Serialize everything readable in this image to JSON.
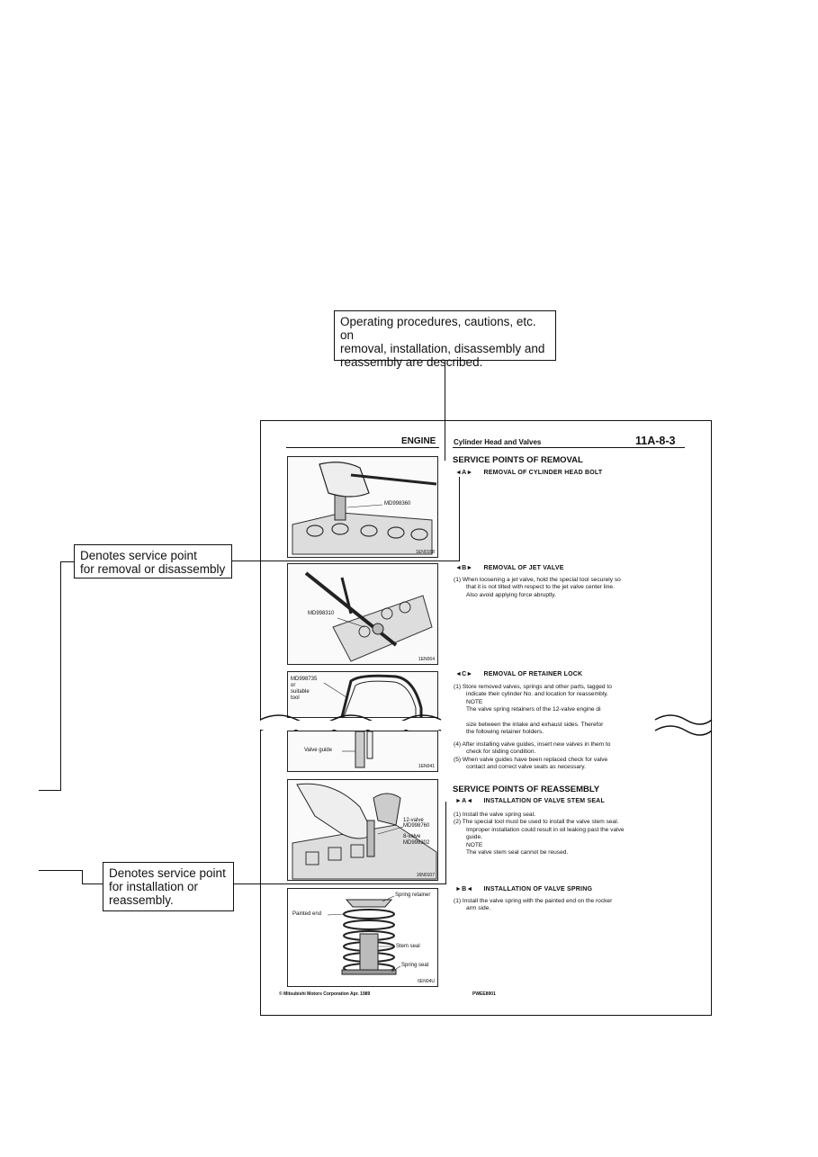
{
  "callouts": {
    "top": [
      "Operating procedures, cautions, etc. on",
      "removal, installation, disassembly and",
      "reassembly are described."
    ],
    "left_removal": [
      "Denotes service point",
      "for removal or disassembly"
    ],
    "left_install": [
      "Denotes service point",
      "for installation or",
      "reassembly."
    ]
  },
  "page": {
    "header_left": "ENGINE",
    "header_mid": "Cylinder Head and Valves",
    "header_right": "11A-8-3",
    "removal_title": "SERVICE POINTS OF REMOVAL",
    "a_mark": "◄A►",
    "a_title": "REMOVAL OF CYLINDER HEAD BOLT",
    "b_mark": "◄B►",
    "b_title": "REMOVAL OF JET VALVE",
    "b_text": [
      "(1)  When loosening a jet valve, hold the special tool securely so",
      "that it is not tilted with respect to the jet valve center line.",
      "Also avoid applying force abruptly."
    ],
    "c_mark": "◄C►",
    "c_title": "REMOVAL OF RETAINER LOCK",
    "c_text1": [
      "(1)  Store removed valves, springs and other parts, tagged to",
      "indicate their cylinder No. and location for reassembly."
    ],
    "c_note": "NOTE",
    "c_note_text": [
      "The valve spring retainers of the 12-valve engine di",
      "size between the intake and exhaust sides. Therefor",
      "the following retainer holders."
    ],
    "c_text4": [
      "(4)  After installing valve guides, insert new valves in them to",
      "check for sliding condition."
    ],
    "c_text5": [
      "(5)  When valve guides have been replaced check for valve",
      "contact and correct valve seats as necessary."
    ],
    "reassembly_title": "SERVICE POINTS OF REASSEMBLY",
    "ra_mark": "►A◄",
    "ra_title": "INSTALLATION OF VALVE STEM SEAL",
    "ra_text": [
      "(1)  Install the valve spring seat.",
      "(2)  The special tool must be used to install the valve stem seal.",
      "Improper installation could result in oil leaking past the valve",
      "guide."
    ],
    "ra_note": "NOTE",
    "ra_note_text": "The valve stem seal cannot be reused.",
    "rb_mark": "►B◄",
    "rb_title": "INSTALLATION OF VALVE SPRING",
    "rb_text": [
      "(1)  Install the valve spring with the painted end on the rocker",
      "arm side."
    ],
    "footer_left": "© Mitsubishi Motors Corporation   Apr. 1989",
    "footer_right": "PWEE8901"
  },
  "figures": {
    "fig1": {
      "label": "MD998360",
      "code": "1EN0168"
    },
    "fig2": {
      "label": "MD998310",
      "code": "1EN064"
    },
    "fig3": {
      "label1": "MD998735",
      "label2": "or",
      "label3": "suitable",
      "label4": "tool"
    },
    "fig4": {
      "label": "Valve guide",
      "code": "1EN041"
    },
    "fig5": {
      "label1": "12-valve",
      "label2": "MD998760",
      "label3": "8-valve",
      "label4": "MD998302",
      "code": "16N0107"
    },
    "fig6": {
      "label1": "Spring retainer",
      "label2": "Painted end",
      "label3": "Stem seal",
      "label4": "Spring seat",
      "code": "6EN04U"
    }
  }
}
